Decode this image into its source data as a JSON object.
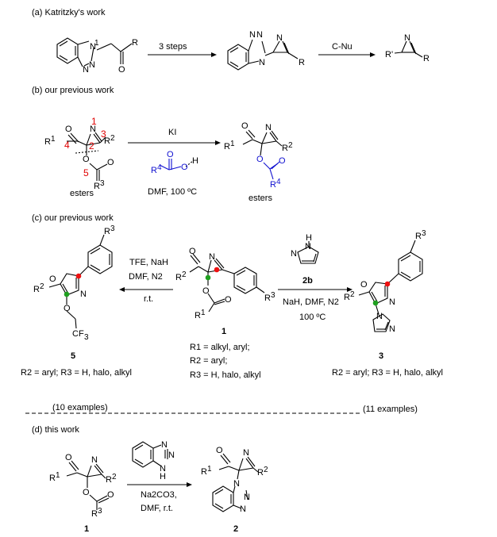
{
  "sections": {
    "a": {
      "label": "(a)  Katritzky's work",
      "arrow1": "3 steps",
      "arrow2": "C-Nu"
    },
    "b": {
      "label": "(b)  our previous work",
      "reagent": "KI",
      "conditions": "DMF, 100 ºC",
      "caption_left": "esters",
      "caption_right": "esters"
    },
    "c": {
      "label": "(c)  our previous work",
      "left_reagent1": "TFE, NaH",
      "left_reagent2": "DMF, N2",
      "left_reagent3": "r.t.",
      "right_reagent_id": "2b",
      "right_conditions1": "NaH, DMF, N2",
      "right_conditions2": "100 ºC",
      "compound_left": "5",
      "compound_center": "1",
      "compound_right": "3",
      "scope_left": "R2 = aryl; R3 = H, halo, alkyl",
      "scope_center1": "R1 = alkyl,  aryl;",
      "scope_center2": "R2 = aryl;",
      "scope_center3": "R3 = H, halo, alkyl",
      "scope_right": "R2 = aryl; R3 = H, halo, alkyl",
      "examples_left": "(10 examples)",
      "examples_right": "(11 examples)"
    },
    "d": {
      "label": "(d)  this work",
      "conditions1": "Na2CO3,",
      "conditions2": "DMF, r.t.",
      "compound_left": "1",
      "compound_right": "2"
    }
  },
  "colors": {
    "numbering": "#e00000",
    "ester_reagent": "#1010d0",
    "red_dot": "#ee1111",
    "green_dot": "#20a020"
  }
}
